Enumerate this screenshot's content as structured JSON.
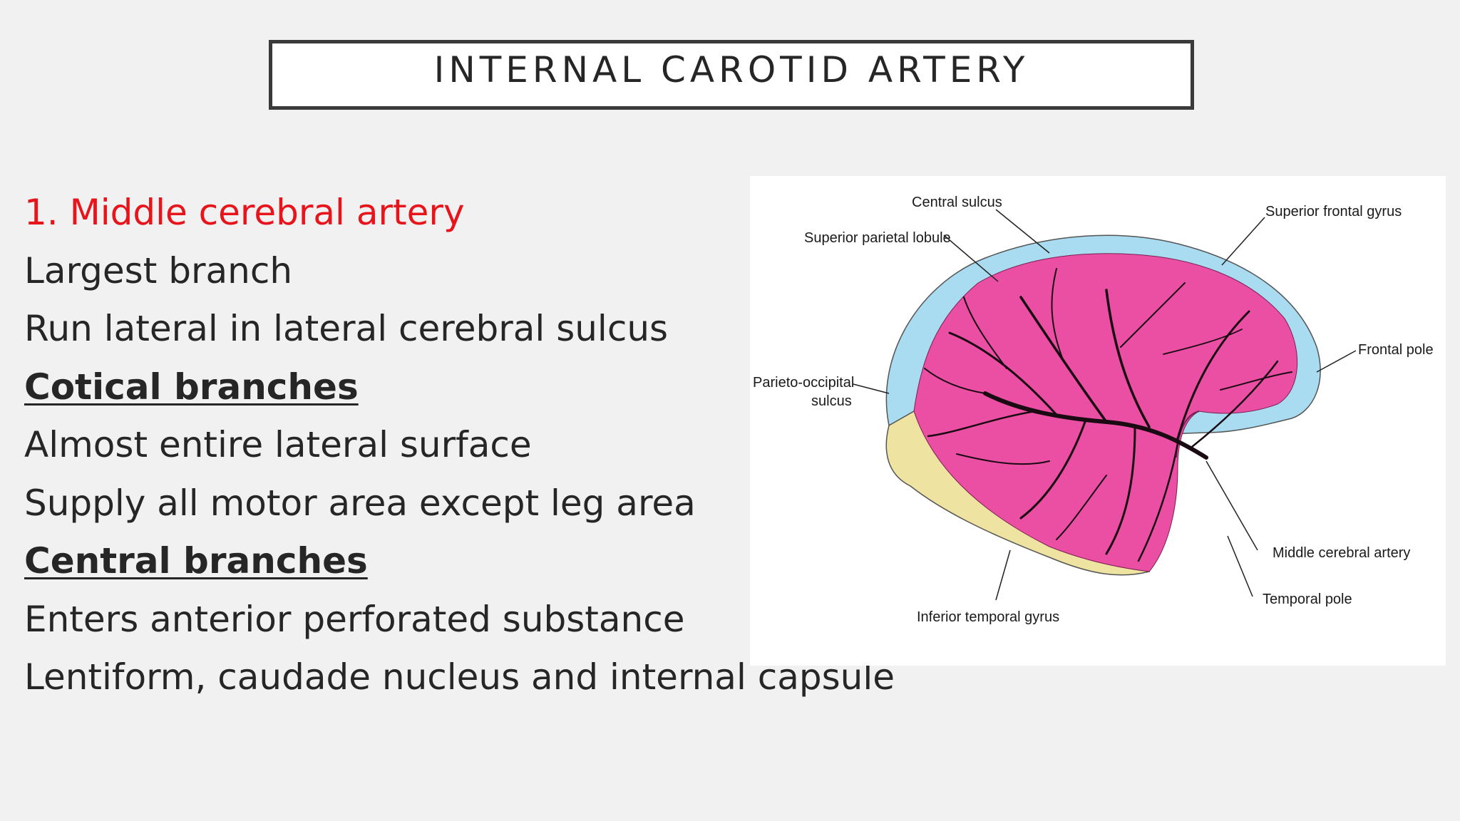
{
  "slide": {
    "title": "INTERNAL CAROTID ARTERY",
    "bullets": [
      {
        "text": "1. Middle cerebral artery",
        "style": "red"
      },
      {
        "text": "Largest branch",
        "style": "normal"
      },
      {
        "text": "Run lateral in lateral cerebral sulcus",
        "style": "normal"
      },
      {
        "text": "Cotical branches",
        "style": "bold-underline"
      },
      {
        "text": "Almost entire lateral surface",
        "style": "normal"
      },
      {
        "text": "Supply all motor area except leg area",
        "style": "normal"
      },
      {
        "text": "Central branches",
        "style": "bold-underline"
      },
      {
        "text": "Enters anterior perforated substance",
        "style": "normal"
      },
      {
        "text": "Lentiform, caudade nucleus and internal capsule",
        "style": "normal"
      }
    ]
  },
  "figure": {
    "labels": {
      "central_sulcus": "Central sulcus",
      "superior_parietal_lobule": "Superior parietal lobule",
      "superior_frontal_gyrus": "Superior frontal gyrus",
      "frontal_pole": "Frontal pole",
      "parieto_occipital_line1": "Parieto-occipital",
      "parieto_occipital_line2": "sulcus",
      "middle_cerebral_artery": "Middle cerebral artery",
      "temporal_pole": "Temporal pole",
      "inferior_temporal_gyrus": "Inferior temporal gyrus"
    },
    "colors": {
      "mca_territory": "#ea4fa4",
      "aca_territory": "#a9dcf0",
      "pca_territory": "#efe3a2",
      "vessels": "#1a0a12"
    }
  }
}
